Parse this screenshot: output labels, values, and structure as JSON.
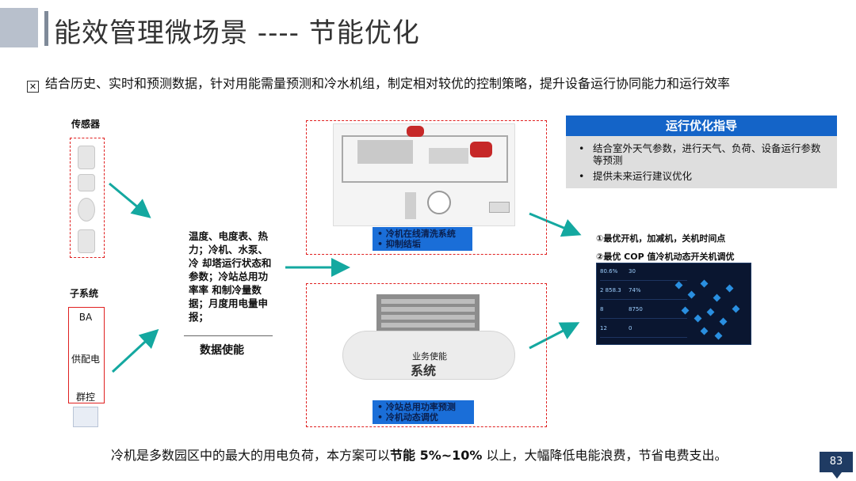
{
  "title": "能效管理微场景 ---- 节能优化",
  "intro": "结合历史、实时和预测数据，针对用能需量预测和冷水机组，制定相对较优的控制策略，提升设备运行协同能力和运行效率",
  "sensors_label": "传感器",
  "subsystem": {
    "label": "子系统",
    "items": [
      "BA",
      "供配电",
      "群控"
    ]
  },
  "data_usage": {
    "text": "温度、电度表、热力；冷机、水泵、冷 却塔运行状态和 参数；冷站总用功率率 和制冷量数据；月度用电量申报；",
    "label": "数据使能"
  },
  "chiller_panel": {
    "bullets": [
      "冷机在线清洗系统",
      "抑制结垢"
    ]
  },
  "business_panel": {
    "cloud_label_small": "业务使能",
    "cloud_label_big": "系统",
    "bullets": [
      "冷站总用功率预测",
      "冷机动态调优"
    ]
  },
  "guide": {
    "header": "运行优化指导",
    "items": [
      "结合室外天气参数，进行天气、负荷、设备运行参数等预测",
      "提供未来运行建议优化"
    ]
  },
  "optimizations": [
    "①最优开机，加减机，关机时间点",
    "②最优 COP 值冷机动态开关机调优"
  ],
  "dashboard": {
    "metrics": [
      "80.6%",
      "30",
      "2 858.3",
      "74%",
      "8",
      "8750",
      "12",
      "0"
    ]
  },
  "footer": {
    "before": "冷机是多数园区中的最大的用电负荷，本方案可以",
    "bold": "节能 5%~10%",
    "after": " 以上，大幅降低电能浪费，节省电费支出。"
  },
  "page_number": "83",
  "colors": {
    "accent_blue": "#1464c8",
    "strip_blue": "#1a6ed8",
    "dash_red": "#e02020",
    "arrow_teal": "#14a8a0"
  }
}
